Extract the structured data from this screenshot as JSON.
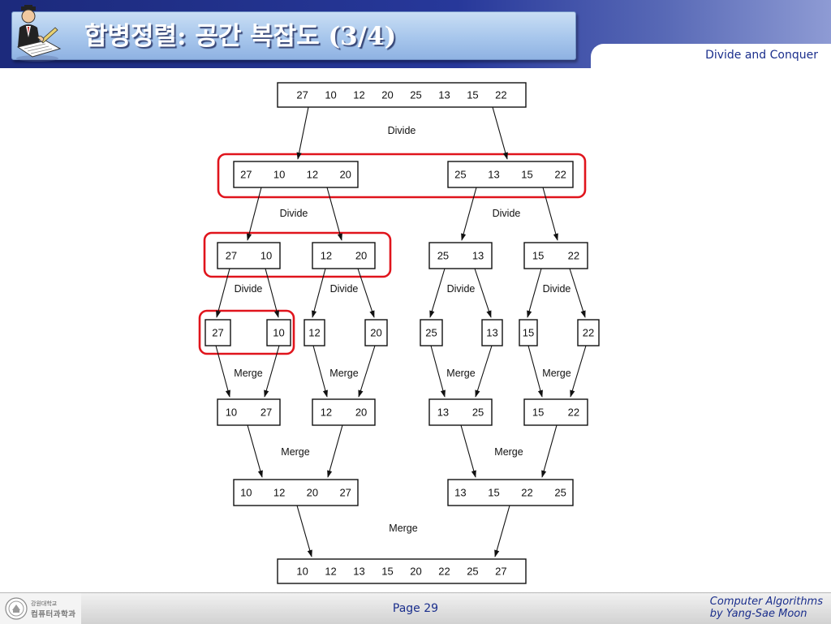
{
  "header": {
    "title": "합병정렬: 공간 복잡도 (3/4)",
    "subtitle": "Divide and Conquer"
  },
  "diagram": {
    "rows": [
      [
        [
          "27",
          "10",
          "12",
          "20",
          "25",
          "13",
          "15",
          "22"
        ]
      ],
      [
        [
          "27",
          "10",
          "12",
          "20"
        ],
        [
          "25",
          "13",
          "15",
          "22"
        ]
      ],
      [
        [
          "27",
          "10"
        ],
        [
          "12",
          "20"
        ],
        [
          "25",
          "13"
        ],
        [
          "15",
          "22"
        ]
      ],
      [
        [
          "27"
        ],
        [
          "10"
        ],
        [
          "12"
        ],
        [
          "20"
        ],
        [
          "25"
        ],
        [
          "13"
        ],
        [
          "15"
        ],
        [
          "22"
        ]
      ],
      [
        [
          "10",
          "27"
        ],
        [
          "12",
          "20"
        ],
        [
          "13",
          "25"
        ],
        [
          "15",
          "22"
        ]
      ],
      [
        [
          "10",
          "12",
          "20",
          "27"
        ],
        [
          "13",
          "15",
          "22",
          "25"
        ]
      ],
      [
        [
          "10",
          "12",
          "13",
          "15",
          "20",
          "22",
          "25",
          "27"
        ]
      ]
    ],
    "divide_label": "Divide",
    "merge_label": "Merge",
    "highlight_color": "#e0141c"
  },
  "footer": {
    "university": "강원대학교",
    "department": "컴퓨터과학과",
    "page": "Page 29",
    "credit_line1": "Computer Algorithms",
    "credit_line2": "by Yang-Sae Moon"
  }
}
